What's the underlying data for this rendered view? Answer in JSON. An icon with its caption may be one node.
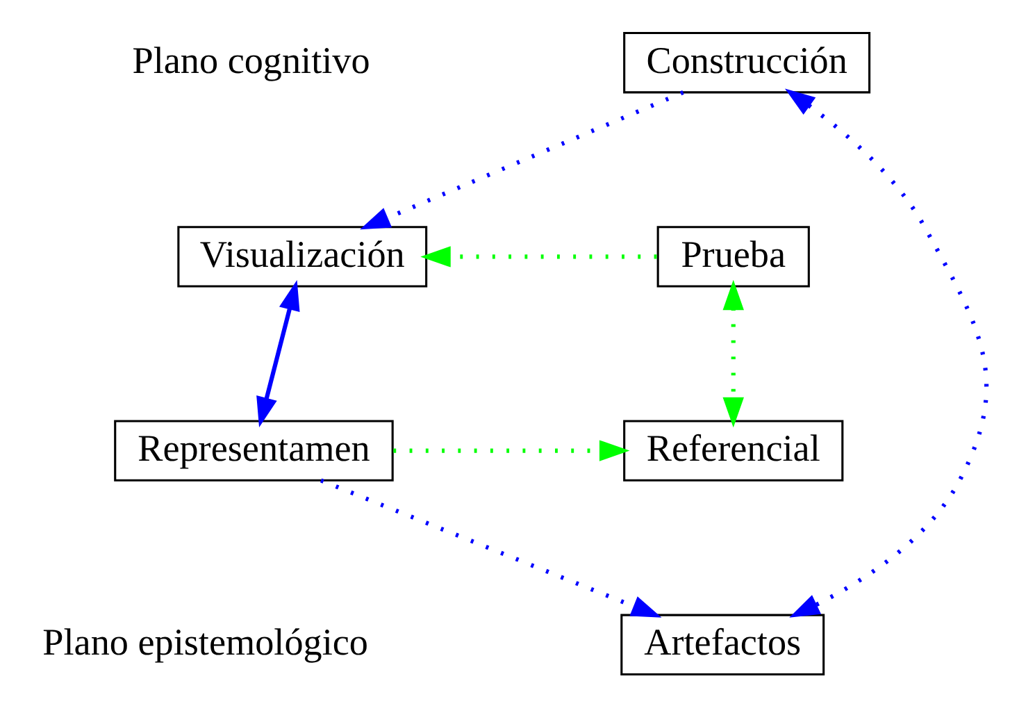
{
  "diagram": {
    "nodes": [
      {
        "text": [
          "Visualización"
        ]
      },
      {
        "text": [
          "Prueba"
        ]
      },
      {
        "text": [
          "Construcción"
        ]
      },
      {
        "text": [
          "Representamen"
        ]
      },
      {
        "text": [
          "Referencial"
        ]
      },
      {
        "text": [
          "Artefactos"
        ]
      }
    ],
    "edges": [
      {
        "from": 1,
        "to": 0,
        "arrow": "to",
        "style": "dashed",
        "color": "#00ff00"
      },
      {
        "from": 2,
        "to": 0,
        "arrow": "to",
        "style": "dashed"
      },
      {
        "from": 0,
        "to": 3,
        "arrow": "both"
      },
      {
        "from": 2,
        "to": 5,
        "arrow": "both",
        "style": "dashed"
      },
      {
        "from": 1,
        "to": 4,
        "arrow": "both",
        "style": "dashed",
        "color": "#00ff00"
      },
      {
        "from": 3,
        "to": 4,
        "arrow": "to",
        "style": "dashed",
        "color": "#00ff00"
      },
      {
        "from": 3,
        "to": 5,
        "arrow": "to",
        "style": "dashed"
      }
    ],
    "labels": [
      "Plano cognitivo",
      "Plano epistemológico"
    ]
  }
}
